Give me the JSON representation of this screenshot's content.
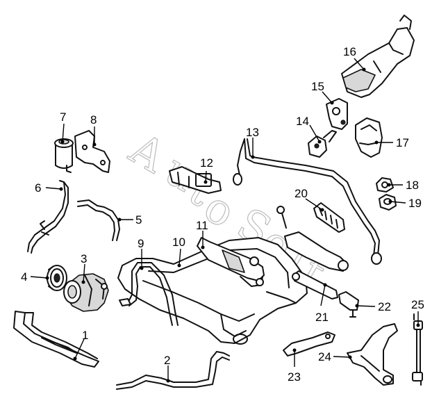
{
  "callouts": [
    "1",
    "2",
    "3",
    "4",
    "5",
    "6",
    "7",
    "8",
    "9",
    "10",
    "11",
    "12",
    "13",
    "14",
    "15",
    "16",
    "17",
    "18",
    "19",
    "20",
    "21",
    "22",
    "23",
    "24",
    "25"
  ],
  "watermark": [
    "A",
    "u",
    "t",
    "o",
    "S",
    "o",
    "f",
    "t"
  ]
}
